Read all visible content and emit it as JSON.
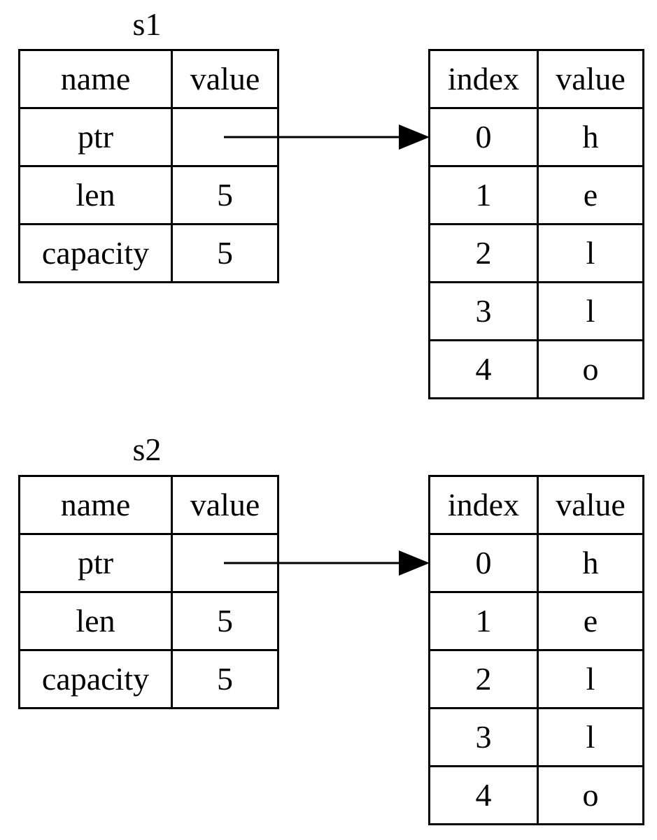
{
  "strings": [
    {
      "name": "s1",
      "stack": {
        "headers": [
          "name",
          "value"
        ],
        "rows": [
          {
            "name": "ptr",
            "value": ""
          },
          {
            "name": "len",
            "value": "5"
          },
          {
            "name": "capacity",
            "value": "5"
          }
        ]
      },
      "heap": {
        "headers": [
          "index",
          "value"
        ],
        "rows": [
          {
            "index": "0",
            "value": "h"
          },
          {
            "index": "1",
            "value": "e"
          },
          {
            "index": "2",
            "value": "l"
          },
          {
            "index": "3",
            "value": "l"
          },
          {
            "index": "4",
            "value": "o"
          }
        ]
      }
    },
    {
      "name": "s2",
      "stack": {
        "headers": [
          "name",
          "value"
        ],
        "rows": [
          {
            "name": "ptr",
            "value": ""
          },
          {
            "name": "len",
            "value": "5"
          },
          {
            "name": "capacity",
            "value": "5"
          }
        ]
      },
      "heap": {
        "headers": [
          "index",
          "value"
        ],
        "rows": [
          {
            "index": "0",
            "value": "h"
          },
          {
            "index": "1",
            "value": "e"
          },
          {
            "index": "2",
            "value": "l"
          },
          {
            "index": "3",
            "value": "l"
          },
          {
            "index": "4",
            "value": "o"
          }
        ]
      }
    }
  ]
}
